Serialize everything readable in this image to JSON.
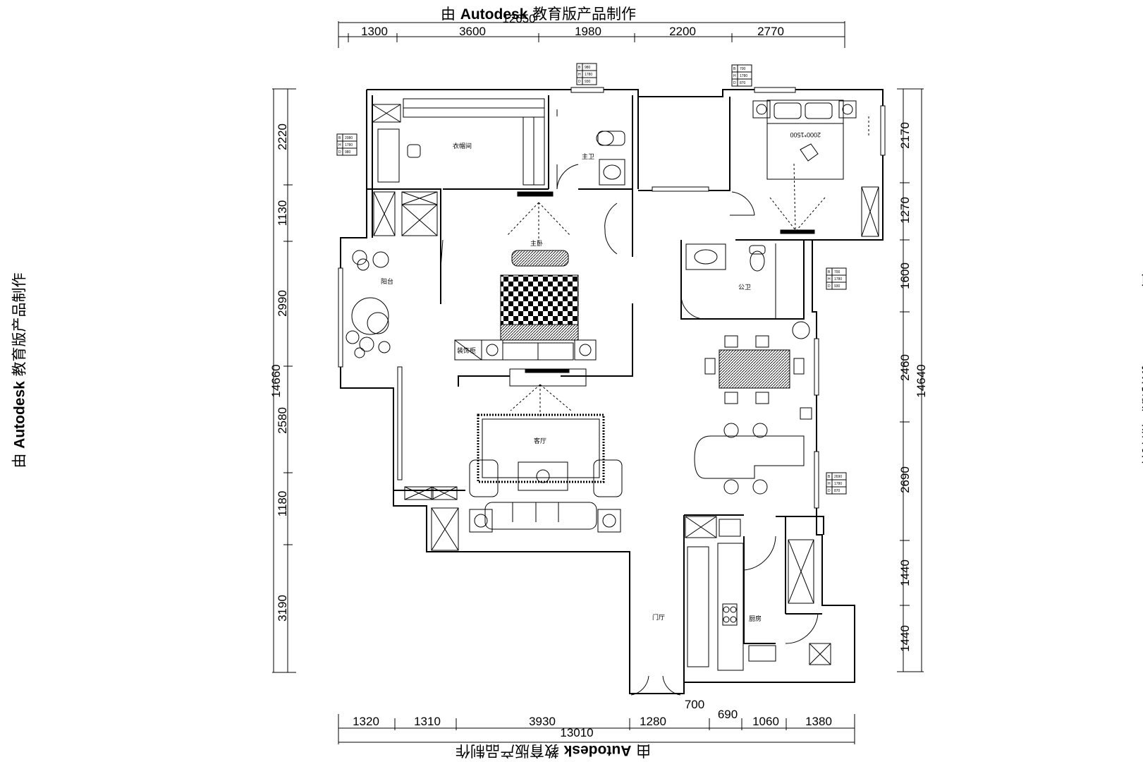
{
  "watermark": {
    "prefix": "由",
    "brand": "Autodesk",
    "suffix": "教育版产品制作"
  },
  "dimensions": {
    "top_total": "12650",
    "top": [
      "1300",
      "3600",
      "1980",
      "2200",
      "2770"
    ],
    "bottom_total": "13010",
    "bottom": [
      "1320",
      "1310",
      "3930",
      "1280",
      "690",
      "1060",
      "1380"
    ],
    "bottom_extra": "700",
    "left_total": "14660",
    "left": [
      "2220",
      "1130",
      "2990",
      "2580",
      "1180",
      "3190"
    ],
    "right_total": "14640",
    "right": [
      "2170",
      "1270",
      "1600",
      "2460",
      "2690",
      "1440",
      "1440"
    ]
  },
  "rooms": {
    "cloakroom": "衣帽间",
    "master_bath": "主卫",
    "master_bedroom": "主卧",
    "balcony": "阳台",
    "public_bath": "公卫",
    "living_room": "客厅",
    "foyer": "门厅",
    "kitchen": "厨房",
    "bed_size": "2000*1500",
    "cabinet": "装饰柜"
  },
  "window_tags": [
    {
      "b": "980",
      "h": "1780",
      "d": "930"
    },
    {
      "b": "700",
      "h": "1780",
      "d": "870"
    },
    {
      "b": "2080",
      "h": "1780",
      "d": "980"
    },
    {
      "b": "700",
      "h": "1780",
      "d": "930"
    },
    {
      "b": "2690",
      "h": "1780",
      "d": "870"
    }
  ],
  "tag_letters": [
    "B",
    "H",
    "D"
  ]
}
